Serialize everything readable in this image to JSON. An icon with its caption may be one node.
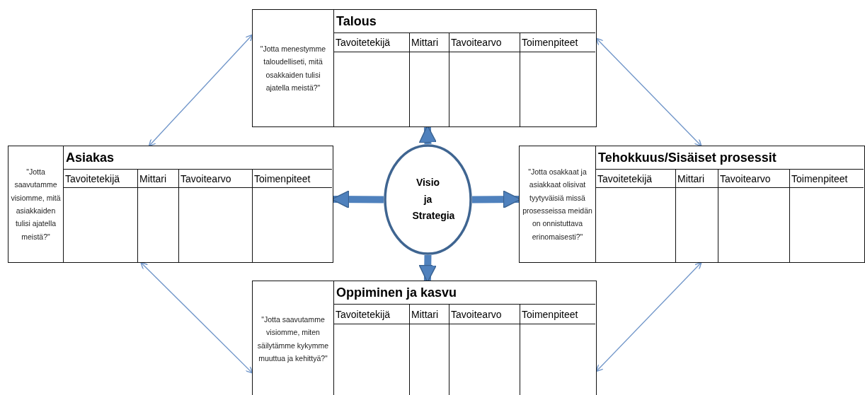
{
  "diagram": {
    "nodes": [
      {
        "text": [
          "\"Jotta menestymme taloudelliseti, mitä osakkaiden tulisi ajatella meistä?\"",
          "Talous",
          "Tavoitetekijä",
          "Mittari",
          "Tavoitearvo",
          "Toimenpiteet"
        ]
      },
      {
        "text": [
          "\"Jotta saavutamme visiomme, mitä asiakkaiden tulisi ajatella meistä?\"",
          "Asiakas",
          "Tavoitetekijä",
          "Mittari",
          "Tavoitearvo",
          "Toimenpiteet"
        ]
      },
      {
        "text": [
          "Visio ja Strategia"
        ]
      },
      {
        "text": [
          "\"Jotta osakkaat ja asiakkaat olisivat tyytyväisiä missä prosesseissa meidän on onnistuttava erinomaisesti?\"",
          "Tehokkuus/Sisäiset prosessit",
          "Tavoitetekijä",
          "Mittari",
          "Tavoitearvo",
          "Toimenpiteet"
        ]
      },
      {
        "text": [
          "\"Jotta saavutamme visiomme, miten säilytämme kykymme muuttua ja kehittyä?\"",
          "Oppiminen ja kasvu",
          "Tavoitetekijä",
          "Mittari",
          "Tavoitearvo",
          "Toimenpiteet"
        ]
      }
    ],
    "edges": [
      {
        "from": 2,
        "to": 0,
        "arrow": "to",
        "style": "thick"
      },
      {
        "from": 2,
        "to": 1,
        "arrow": "to",
        "style": "thick"
      },
      {
        "from": 2,
        "to": 3,
        "arrow": "to",
        "style": "thick"
      },
      {
        "from": 2,
        "to": 4,
        "arrow": "to",
        "style": "thick"
      },
      {
        "from": 0,
        "to": 1,
        "arrow": "both"
      },
      {
        "from": 0,
        "to": 3,
        "arrow": "both"
      },
      {
        "from": 1,
        "to": 4,
        "arrow": "both"
      },
      {
        "from": 3,
        "to": 4,
        "arrow": "both"
      }
    ]
  }
}
